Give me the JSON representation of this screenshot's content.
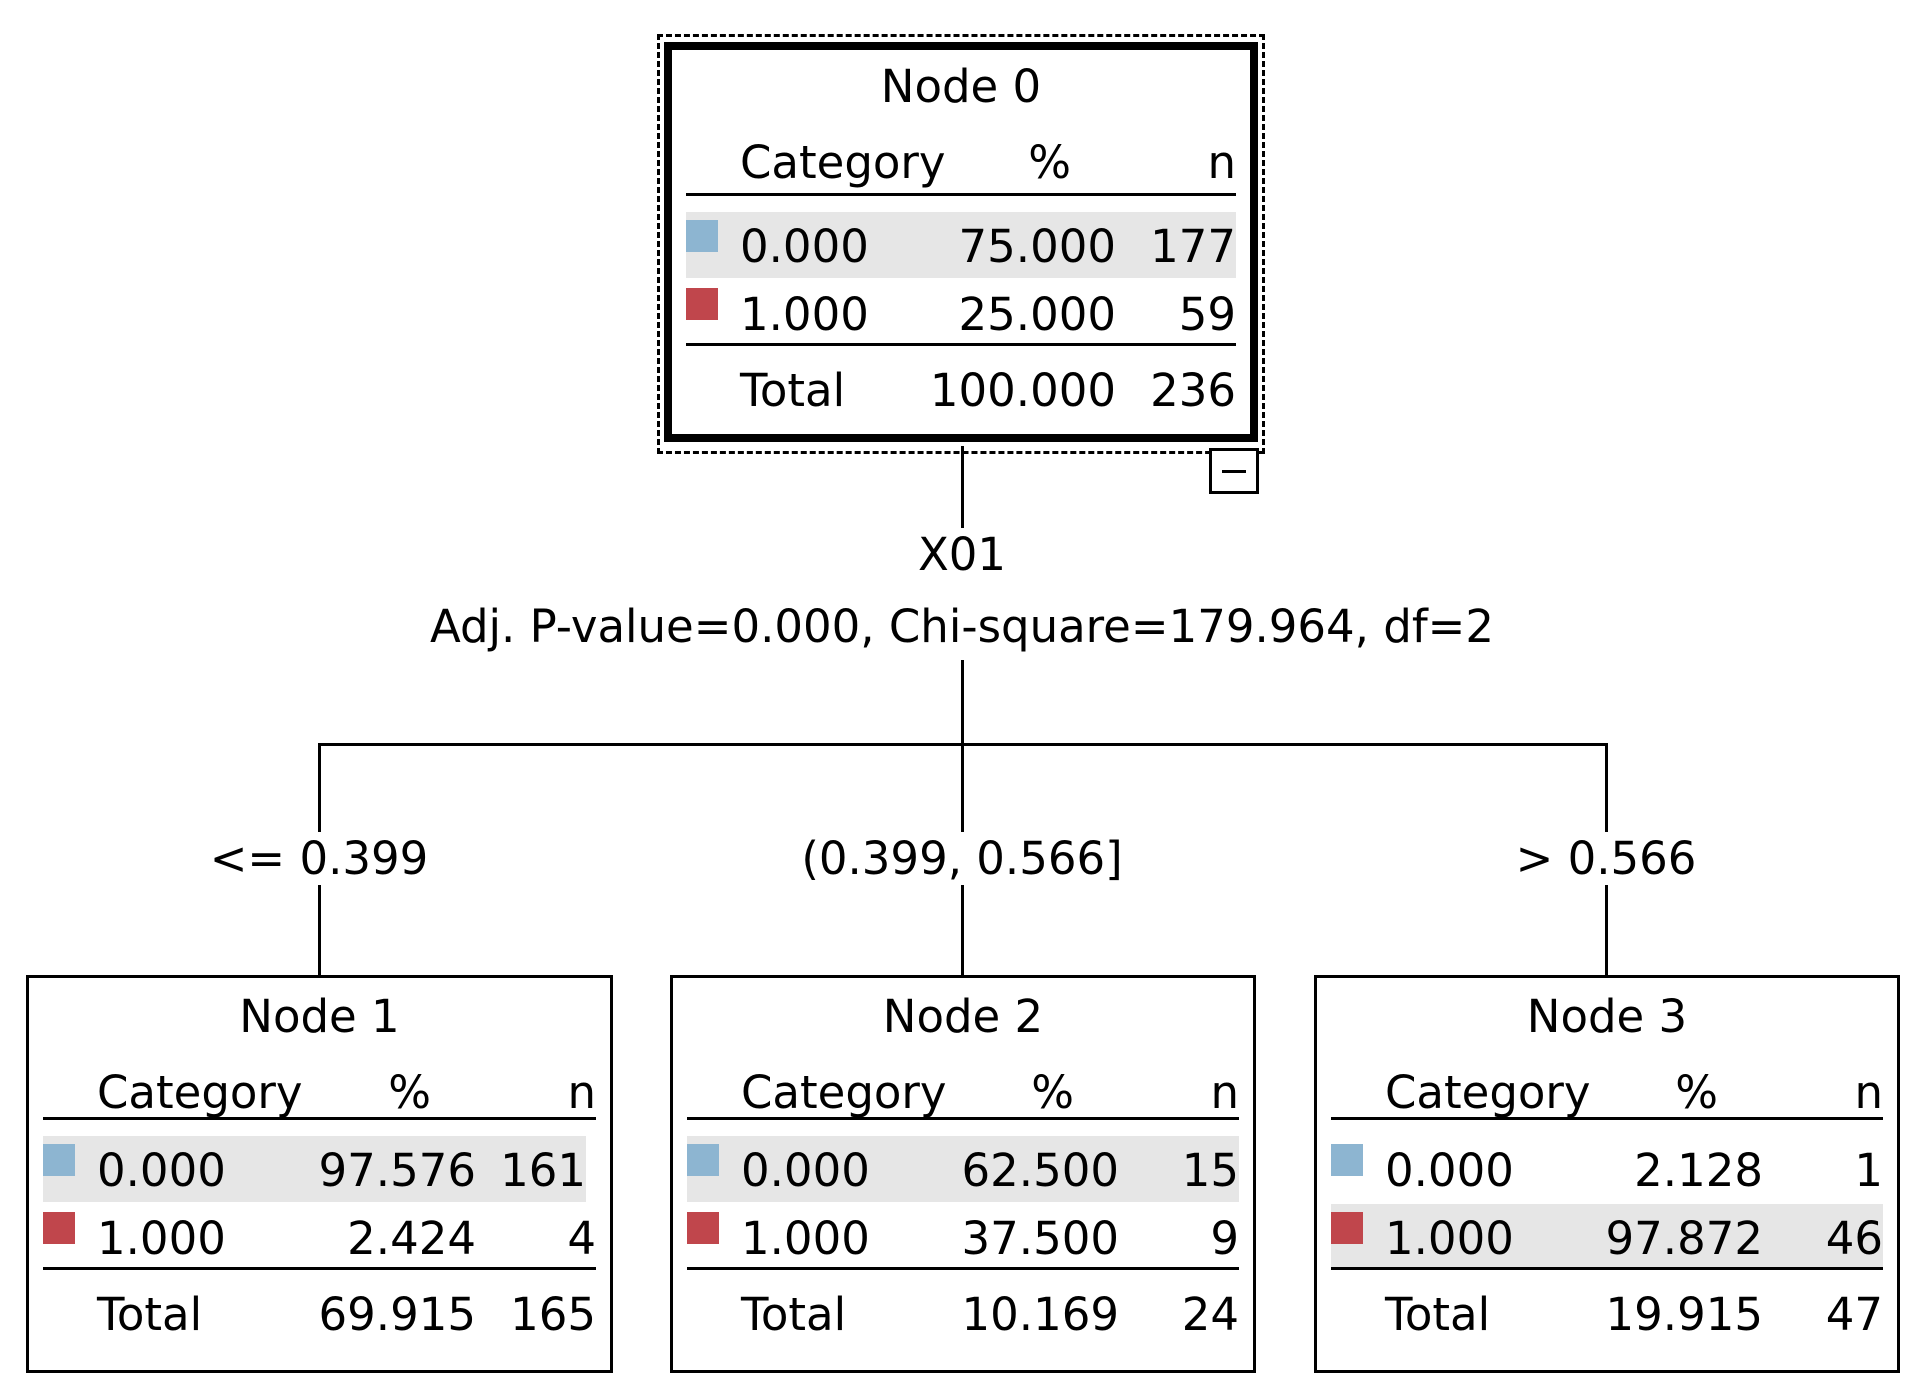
{
  "root": {
    "title": "Node 0",
    "headers": {
      "category": "Category",
      "pct": "%",
      "n": "n"
    },
    "rows": [
      {
        "category": "0.000",
        "pct": "75.000",
        "n": "177",
        "color": "#8db5d1",
        "highlight": true
      },
      {
        "category": "1.000",
        "pct": "25.000",
        "n": "59",
        "color": "#c0464c",
        "highlight": false
      }
    ],
    "total": {
      "label": "Total",
      "pct": "100.000",
      "n": "236"
    }
  },
  "split": {
    "variable": "X01",
    "stats": "Adj. P-value=0.000, Chi-square=179.964, df=2"
  },
  "branches": [
    {
      "label": "<= 0.399"
    },
    {
      "label": "(0.399, 0.566]"
    },
    {
      "label": "> 0.566"
    }
  ],
  "children": [
    {
      "title": "Node 1",
      "headers": {
        "category": "Category",
        "pct": "%",
        "n": "n"
      },
      "rows": [
        {
          "category": "0.000",
          "pct": "97.576",
          "n": "161",
          "color": "#8db5d1",
          "highlight": true
        },
        {
          "category": "1.000",
          "pct": "2.424",
          "n": "4",
          "color": "#c0464c",
          "highlight": false
        }
      ],
      "total": {
        "label": "Total",
        "pct": "69.915",
        "n": "165"
      }
    },
    {
      "title": "Node 2",
      "headers": {
        "category": "Category",
        "pct": "%",
        "n": "n"
      },
      "rows": [
        {
          "category": "0.000",
          "pct": "62.500",
          "n": "15",
          "color": "#8db5d1",
          "highlight": true
        },
        {
          "category": "1.000",
          "pct": "37.500",
          "n": "9",
          "color": "#c0464c",
          "highlight": false
        }
      ],
      "total": {
        "label": "Total",
        "pct": "10.169",
        "n": "24"
      }
    },
    {
      "title": "Node 3",
      "headers": {
        "category": "Category",
        "pct": "%",
        "n": "n"
      },
      "rows": [
        {
          "category": "0.000",
          "pct": "2.128",
          "n": "1",
          "color": "#8db5d1",
          "highlight": false
        },
        {
          "category": "1.000",
          "pct": "97.872",
          "n": "46",
          "color": "#c0464c",
          "highlight": true
        }
      ],
      "total": {
        "label": "Total",
        "pct": "19.915",
        "n": "47"
      }
    }
  ]
}
